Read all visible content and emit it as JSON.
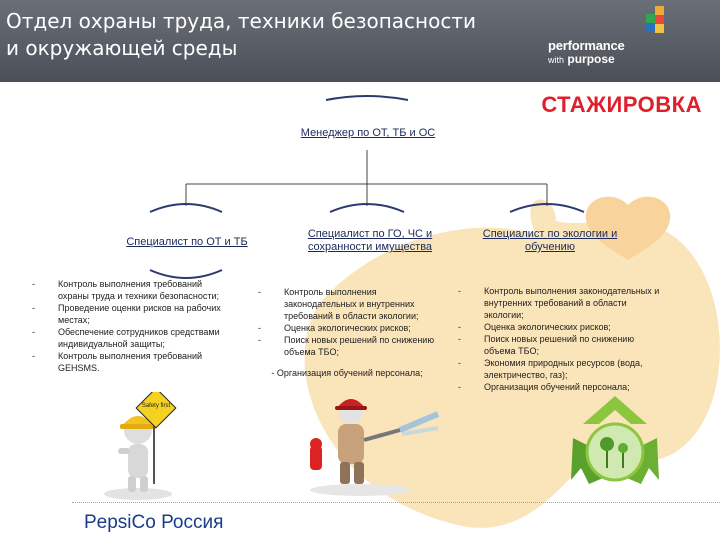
{
  "header": {
    "title": "Отдел охраны труда, техники безопасности и окружающей среды",
    "logo_line1": "performance",
    "logo_line2_a": "with",
    "logo_line2_b": "purpose"
  },
  "badge": "СТАЖИРОВКА",
  "manager": "Менеджер по ОТ, ТБ и ОС",
  "specialists": [
    {
      "title": "Специалист по ОТ и ТБ",
      "items": [
        "Контроль выполнения требований охраны труда и техники безопасности;",
        "Проведение оценки рисков на рабочих местах;",
        "Обеспечение сотрудников средствами индивидуальной защиты;",
        "Контроль выполнения требований GEHSMS."
      ]
    },
    {
      "title": "Специалист по ГО, ЧС и сохранности имущества",
      "items": [
        "Контроль выполнения законодательных и внутренних требований в области экологии;",
        "Оценка экологических рисков;",
        "Поиск новых решений по снижению объема ТБО;"
      ],
      "extra": "- Организация обучений персонала;"
    },
    {
      "title": "Специалист по экологии и обучению",
      "items": [
        "Контроль выполнения законодательных и внутренних требований в области экологии;",
        "Оценка экологических рисков;",
        "Поиск новых решений по снижению объема ТБО;",
        "Экономия природных ресурсов (вода, электричество, газ);",
        "Организация обучений персонала;"
      ]
    }
  ],
  "sign_text": "Safety first",
  "footer": "PepsiCo Россия",
  "colors": {
    "accent_red": "#e11f2b",
    "heart": "#f8d9a6",
    "title_blue": "#1b2a5a",
    "header_gray": "#5c6169"
  }
}
